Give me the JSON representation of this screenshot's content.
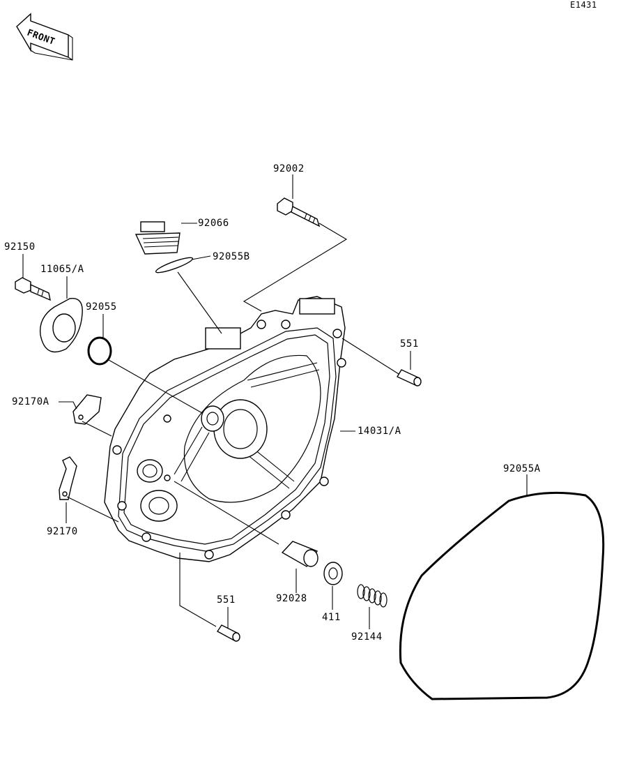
{
  "diagram_code": "E1431",
  "front_label": "FRONT",
  "colors": {
    "line": "#000000",
    "background": "#ffffff"
  },
  "parts": [
    {
      "id": "p92002",
      "label": "92002"
    },
    {
      "id": "p92066",
      "label": "92066"
    },
    {
      "id": "p92055B",
      "label": "92055B"
    },
    {
      "id": "p92150",
      "label": "92150"
    },
    {
      "id": "p11065A",
      "label": "11065/A"
    },
    {
      "id": "p92055",
      "label": "92055"
    },
    {
      "id": "p551top",
      "label": "551"
    },
    {
      "id": "p92170A",
      "label": "92170A"
    },
    {
      "id": "p14031A",
      "label": "14031/A"
    },
    {
      "id": "p92055A",
      "label": "92055A"
    },
    {
      "id": "p92170",
      "label": "92170"
    },
    {
      "id": "p551bot",
      "label": "551"
    },
    {
      "id": "p92028",
      "label": "92028"
    },
    {
      "id": "p411",
      "label": "411"
    },
    {
      "id": "p92144",
      "label": "92144"
    }
  ]
}
